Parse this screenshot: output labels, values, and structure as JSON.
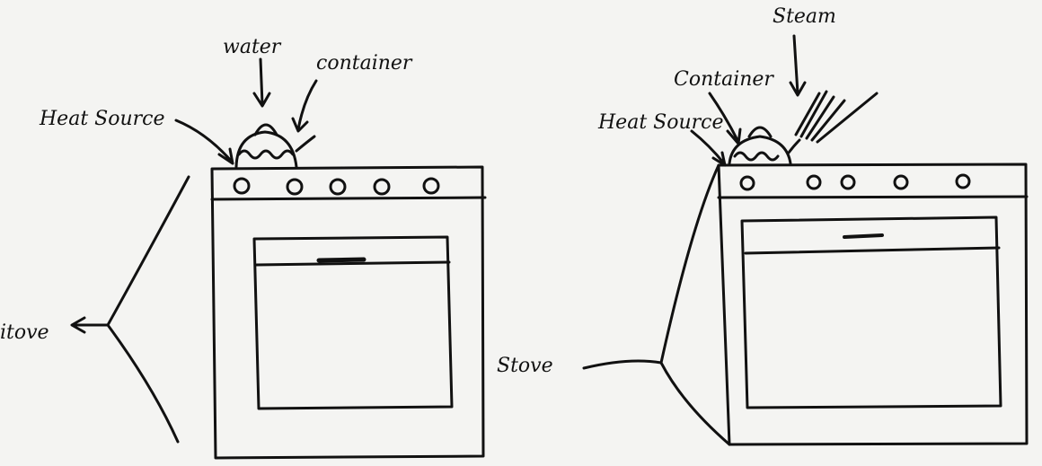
{
  "left_sketch": {
    "labels": {
      "water": "water",
      "container": "container",
      "heat_source": "Heat Source",
      "stove": "itove"
    }
  },
  "right_sketch": {
    "labels": {
      "steam": "Steam",
      "container": "Container",
      "heat_source": "Heat Source",
      "stove": "Stove"
    }
  },
  "colors": {
    "ink": "#111111",
    "paper": "#f4f4f2"
  }
}
